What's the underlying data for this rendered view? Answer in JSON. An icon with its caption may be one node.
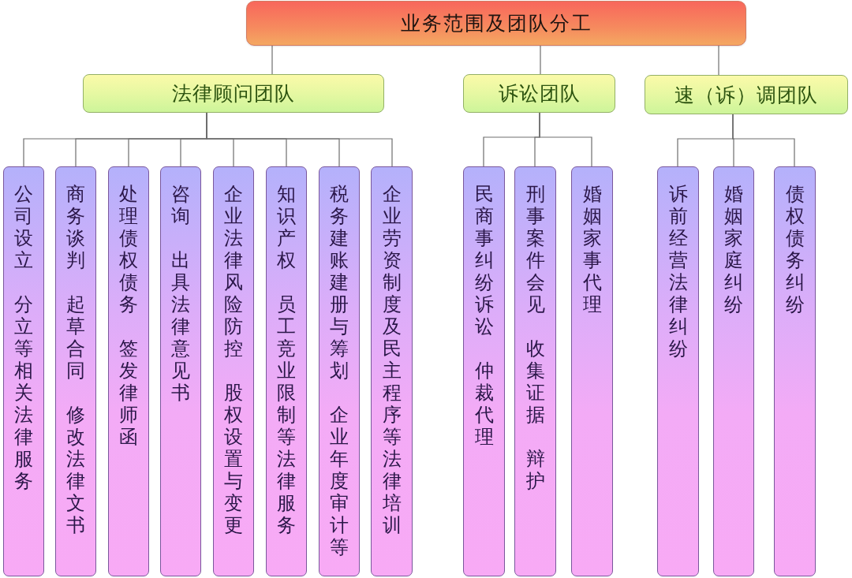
{
  "diagram": {
    "nodes": [
      {
        "text": [
          "业务范围及团队分工"
        ]
      },
      {
        "text": [
          "法律顾问团队"
        ]
      },
      {
        "text": [
          "诉讼团队"
        ]
      },
      {
        "text": [
          "速（诉）调团队"
        ]
      },
      {
        "text": [
          "公司设立",
          "分立等相关法律服务"
        ]
      },
      {
        "text": [
          "商务谈判",
          "起草合同",
          "修改法律文书"
        ]
      },
      {
        "text": [
          "处理债权债务",
          "签发律师函"
        ]
      },
      {
        "text": [
          "咨询",
          "出具法律意见书"
        ]
      },
      {
        "text": [
          "企业法律风险防控",
          "股权设置与变更"
        ]
      },
      {
        "text": [
          "知识产权",
          "员工竞业限制等法律服务"
        ]
      },
      {
        "text": [
          "税务建账建册与筹划",
          "企业年度审计等"
        ]
      },
      {
        "text": [
          "企业劳资制度及民主程序等法律培训"
        ]
      },
      {
        "text": [
          "民商事纠纷诉讼",
          "仲裁代理"
        ]
      },
      {
        "text": [
          "刑事案件会见",
          "收集证据",
          "辩护"
        ]
      },
      {
        "text": [
          "婚姻家事代理"
        ]
      },
      {
        "text": [
          "诉前经营法律纠纷"
        ]
      },
      {
        "text": [
          "婚姻家庭纠纷"
        ]
      },
      {
        "text": [
          "债权债务纠纷"
        ]
      }
    ],
    "edges": [
      {
        "from": 0,
        "to": 1,
        "arrow": "none"
      },
      {
        "from": 0,
        "to": 2,
        "arrow": "none"
      },
      {
        "from": 0,
        "to": 3,
        "arrow": "none"
      },
      {
        "from": 1,
        "to": 4,
        "arrow": "none"
      },
      {
        "from": 1,
        "to": 5,
        "arrow": "none"
      },
      {
        "from": 1,
        "to": 6,
        "arrow": "none"
      },
      {
        "from": 1,
        "to": 7,
        "arrow": "none"
      },
      {
        "from": 1,
        "to": 8,
        "arrow": "none"
      },
      {
        "from": 1,
        "to": 9,
        "arrow": "none"
      },
      {
        "from": 1,
        "to": 10,
        "arrow": "none"
      },
      {
        "from": 1,
        "to": 11,
        "arrow": "none"
      },
      {
        "from": 2,
        "to": 12,
        "arrow": "none"
      },
      {
        "from": 2,
        "to": 13,
        "arrow": "none"
      },
      {
        "from": 2,
        "to": 14,
        "arrow": "none"
      },
      {
        "from": 3,
        "to": 15,
        "arrow": "none"
      },
      {
        "from": 3,
        "to": 16,
        "arrow": "none"
      },
      {
        "from": 3,
        "to": 17,
        "arrow": "none"
      }
    ]
  }
}
